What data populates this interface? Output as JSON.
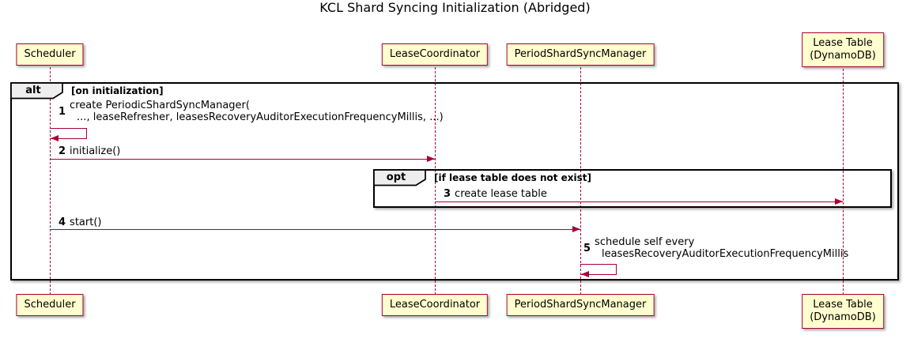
{
  "title": "KCL Shard Syncing Initialization (Abridged)",
  "colors": {
    "participant_fill": "#FEFECE",
    "participant_border": "#A80036",
    "arrow": "#A80036",
    "lifeline": "#A80036",
    "frame_border": "#000000",
    "frame_label_fill": "#EEEEEE",
    "text": "#000000"
  },
  "participants": [
    {
      "lines": [
        "Scheduler"
      ]
    },
    {
      "lines": [
        "LeaseCoordinator"
      ]
    },
    {
      "lines": [
        "PeriodShardSyncManager"
      ]
    },
    {
      "lines": [
        "Lease Table",
        "(DynamoDB)"
      ]
    }
  ],
  "frames": {
    "alt": {
      "keyword": "alt",
      "condition": "[on initialization]"
    },
    "opt": {
      "keyword": "opt",
      "condition": "[if lease table does not exist]"
    }
  },
  "messages": [
    {
      "num": "1",
      "lines": [
        "create PeriodicShardSyncManager(",
        "..., leaseRefresher, leasesRecoveryAuditorExecutionFrequencyMillis, ...)"
      ]
    },
    {
      "num": "2",
      "lines": [
        "initialize()"
      ]
    },
    {
      "num": "3",
      "lines": [
        "create lease table"
      ]
    },
    {
      "num": "4",
      "lines": [
        "start()"
      ]
    },
    {
      "num": "5",
      "lines": [
        "schedule self every",
        "leasesRecoveryAuditorExecutionFrequencyMillis"
      ]
    }
  ]
}
